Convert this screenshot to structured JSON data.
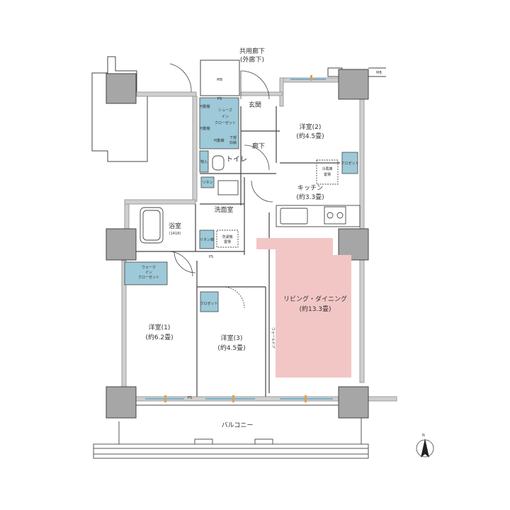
{
  "colors": {
    "wall": "#9e9e9e",
    "wall_fill": "#cfcfcf",
    "pillar": "#a6a6a6",
    "storage": "#9dc9d8",
    "living": "#f3c6c6",
    "line": "#444444",
    "window": "#5aa9c9",
    "door_knob": "#e0a050"
  },
  "labels": {
    "corridor_line1": "共用廊下",
    "corridor_line2": "(外廊下)",
    "mb_left": "MB",
    "mb_right": "MB",
    "ps_top": "PS",
    "ps_mid": "PS",
    "ps_bottom": "PS",
    "entrance": "玄関",
    "hall": "廊下",
    "toilet": "トイレ",
    "shoes_closet_line1": "シューズ",
    "shoes_closet_line2": "イン",
    "shoes_closet_line3": "クローゼット",
    "movable_shelf_1": "可動棚",
    "movable_shelf_2": "可動棚",
    "movable_shelf_3": "可動棚",
    "under_shelf_line1": "下部",
    "under_shelf_line2": "収納",
    "storage_small": "物入",
    "linen_small": "リネン",
    "washroom": "洗面室",
    "bathroom": "浴室",
    "bath_size": "(1418)",
    "linen_closet": "リネン庫",
    "washer_line1": "洗濯機",
    "washer_line2": "置場",
    "wic_line1": "ウォーク",
    "wic_line2": "イン",
    "wic_line3": "クローゼット",
    "room2_name": "洋室(2)",
    "room2_size": "(約4.5畳)",
    "fridge_line1": "冷蔵庫",
    "fridge_line2": "置場",
    "closet_room2": "クロゼット",
    "kitchen_name": "キッチン",
    "kitchen_size": "(約3.3畳)",
    "living_name": "リビング・ダイニング",
    "living_size": "(約13.3畳)",
    "wall_door": "ウォールドア",
    "room1_name": "洋室(1)",
    "room1_size": "(約6.2畳)",
    "room3_name": "洋室(3)",
    "room3_size": "(約4.5畳)",
    "closet_room3": "クロゼット",
    "balcony": "バルコニー",
    "north": "N"
  }
}
